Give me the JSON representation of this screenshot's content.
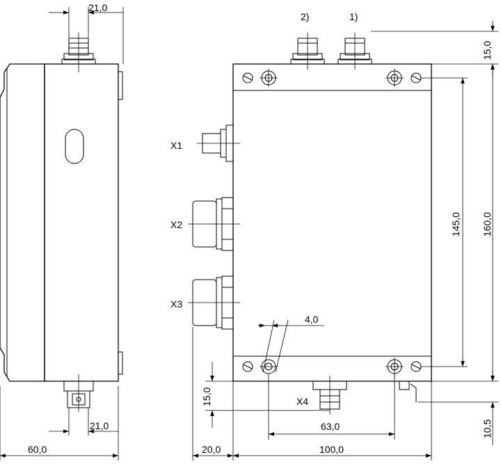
{
  "dimensions": {
    "top_width_side": "21,0",
    "bottom_width_side": "21,0",
    "depth": "60,0",
    "top_offset": "15,0",
    "overall_height": "160,0",
    "hole_spacing_vertical": "145,0",
    "hole_diameter": "4,0",
    "bottom_offset": "15,0",
    "hole_spacing_horizontal": "63,0",
    "bottom_clearance": "10,5",
    "left_offset": "20,0",
    "overall_width": "100,0"
  },
  "connectors": {
    "x1": "X1",
    "x2": "X2",
    "x3": "X3",
    "x4": "X4",
    "note_1": "1)",
    "note_2": "2)"
  }
}
